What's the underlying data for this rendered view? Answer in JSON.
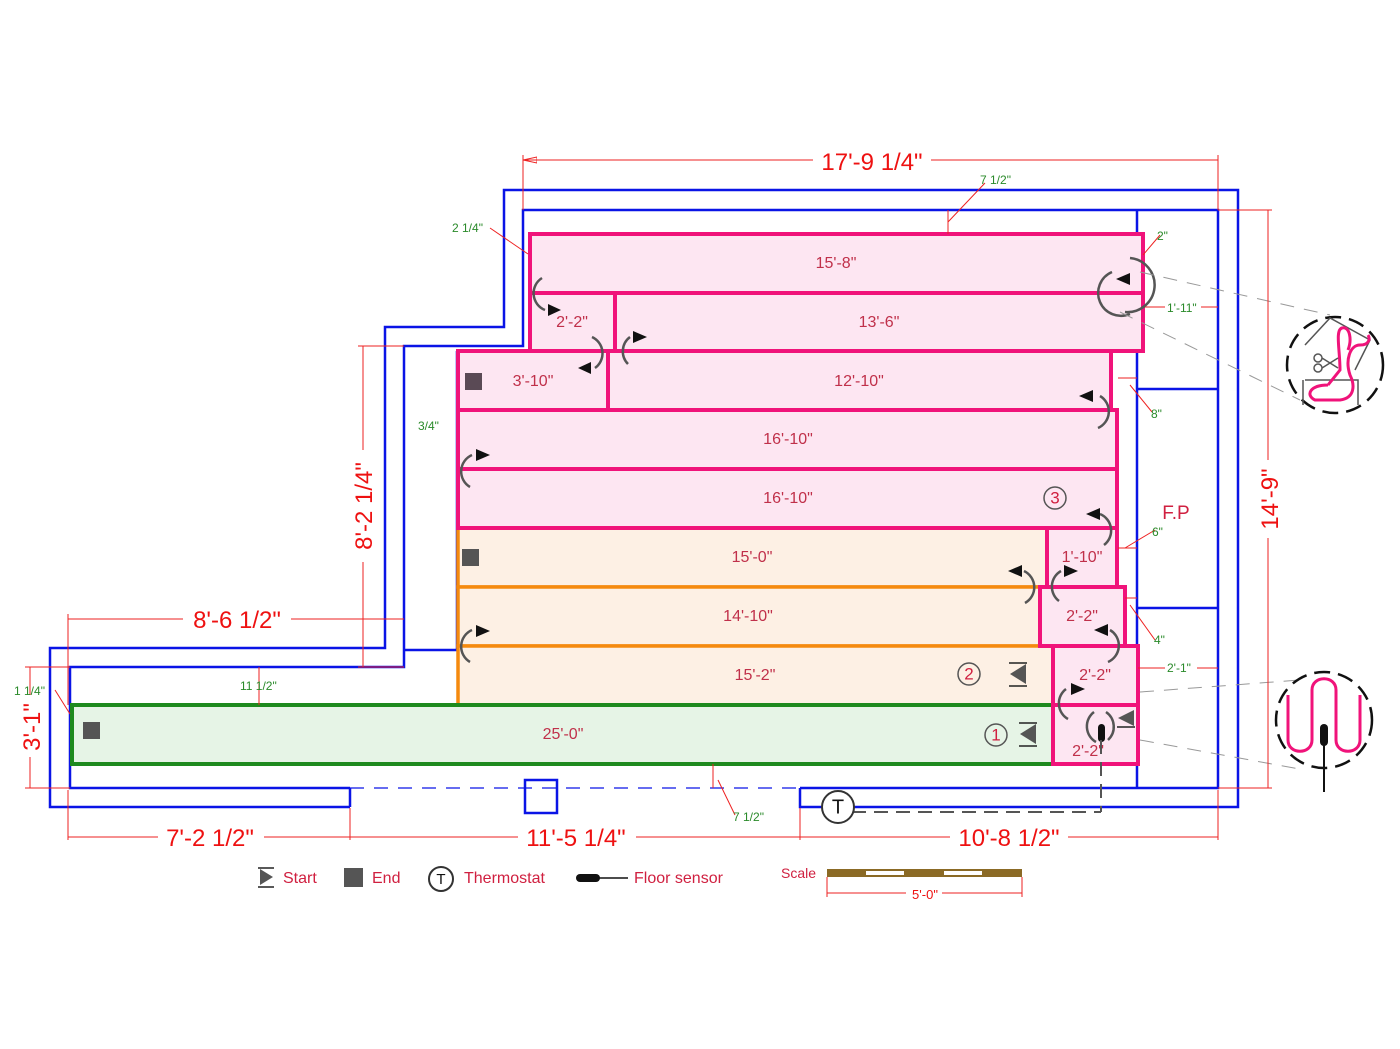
{
  "dimensions": {
    "top_width": "17'-9 1/4\"",
    "right_height": "14'-9\"",
    "left_upper_height": "8'-2 1/4\"",
    "left_lower_width": "8'-6 1/2\"",
    "left_lower_height": "3'-1\"",
    "bottom_left": "7'-2 1/2\"",
    "bottom_middle": "11'-5 1/4\"",
    "bottom_right": "10'-8 1/2\""
  },
  "offsets": [
    "7 1/2\"",
    "2 1/4\"",
    "2\"",
    "1'-11\"",
    "8\"",
    "3/4\"",
    "6\"",
    "4\"",
    "2'-1\"",
    "1 1/4\"",
    "11 1/2\"",
    "7 1/2\""
  ],
  "strips": {
    "r1": "15'-8\"",
    "r2a": "2'-2\"",
    "r2b": "13'-6\"",
    "r3a": "3'-10\"",
    "r3b": "12'-10\"",
    "r4": "16'-10\"",
    "r5": "16'-10\"",
    "r6a": "15'-0\"",
    "r6b": "1'-10\"",
    "r7a": "14'-10\"",
    "r7b": "2'-2\"",
    "r8a": "15'-2\"",
    "r8b": "2'-2\"",
    "r9a": "25'-0\"",
    "r9b": "2'-2\""
  },
  "zones": [
    "1",
    "2",
    "3"
  ],
  "fireplace_label": "F.P",
  "thermostat_symbol": "T",
  "legend": {
    "start": "Start",
    "end": "End",
    "thermostat": "Thermostat",
    "floor_sensor": "Floor sensor",
    "scale": "Scale",
    "scale_length": "5'-0\""
  },
  "colors": {
    "wall": "#0a14e6",
    "zone3": "#f0137a",
    "zone2": "#f58a0e",
    "zone1": "#1e8a1e",
    "dimension": "#ee1111"
  }
}
